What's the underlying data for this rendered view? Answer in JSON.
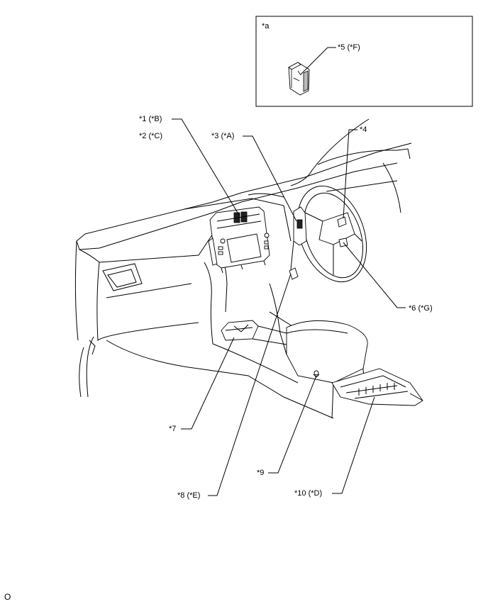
{
  "inset": {
    "label": "*a",
    "part_label": "*5 (*F)"
  },
  "callouts": {
    "c1": "*1 (*B)",
    "c2": "*2 (*C)",
    "c3": "*3 (*A)",
    "c4": "*4",
    "c6": "*6 (*G)",
    "c7": "*7",
    "c8": "*8 (*E)",
    "c9": "*9",
    "c10": "*10 (*D)"
  },
  "footer": {
    "code": "O"
  }
}
